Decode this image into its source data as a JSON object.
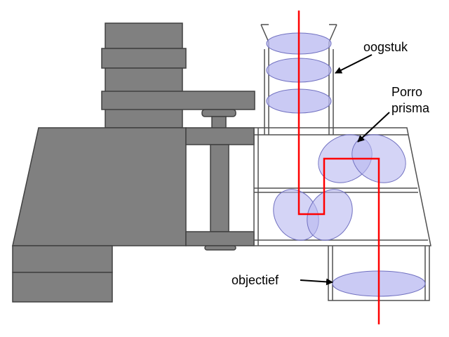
{
  "labels": {
    "eyepiece": "oogstuk",
    "prism_line1": "Porro",
    "prism_line2": "prisma",
    "objective": "objectief"
  },
  "colors": {
    "body_gray": "#808080",
    "body_outline": "#404040",
    "lens_fill": "#b8b8f0",
    "lens_edge": "#7070c0",
    "ray": "#ff0000",
    "housing_line": "#505050"
  },
  "icons": {
    "eyepiece_arrow": "arrow-icon",
    "prism_arrow": "arrow-icon",
    "objective_arrow": "arrow-icon"
  }
}
